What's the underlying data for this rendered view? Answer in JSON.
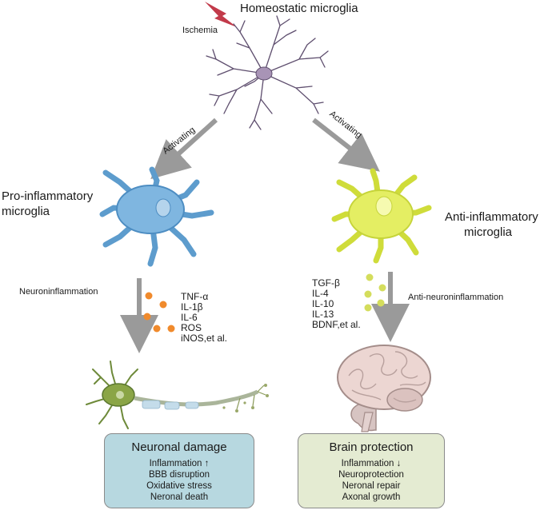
{
  "top": {
    "title": "Homeostatic microglia",
    "trigger": "Ischemia"
  },
  "arrows": {
    "left_label": "Activating",
    "right_label": "Activating"
  },
  "left": {
    "cell_label_line1": "Pro-inflammatory",
    "cell_label_line2": "microglia",
    "process_label": "Neuroninflammation",
    "factors": [
      "TNF-α",
      "IL-1β",
      "IL-6",
      "ROS",
      "iNOS,et al."
    ],
    "box": {
      "title": "Neuronal damage",
      "items": [
        "Inflammation",
        "BBB disruption",
        "Oxidative stress",
        "Neronal death"
      ],
      "inflammation_arrow": "↑"
    },
    "colors": {
      "cell": "#7fb6e0",
      "dots": "#f08a2c",
      "box_fill": "#b7d8e0"
    }
  },
  "right": {
    "cell_label_line1": "Anti-inflammatory",
    "cell_label_line2": "microglia",
    "process_label": "Anti-neuroninflammation",
    "factors": [
      "TGF-β",
      "IL-4",
      "IL-10",
      "IL-13",
      "BDNF,et al."
    ],
    "box": {
      "title": "Brain protection",
      "items": [
        "Inflammation",
        "Neuroprotection",
        "Neronal repair",
        "Axonal growth"
      ],
      "inflammation_arrow": "↓"
    },
    "colors": {
      "cell": "#e4ee63",
      "dots": "#d4dd5c",
      "box_fill": "#e4ebd2"
    }
  }
}
